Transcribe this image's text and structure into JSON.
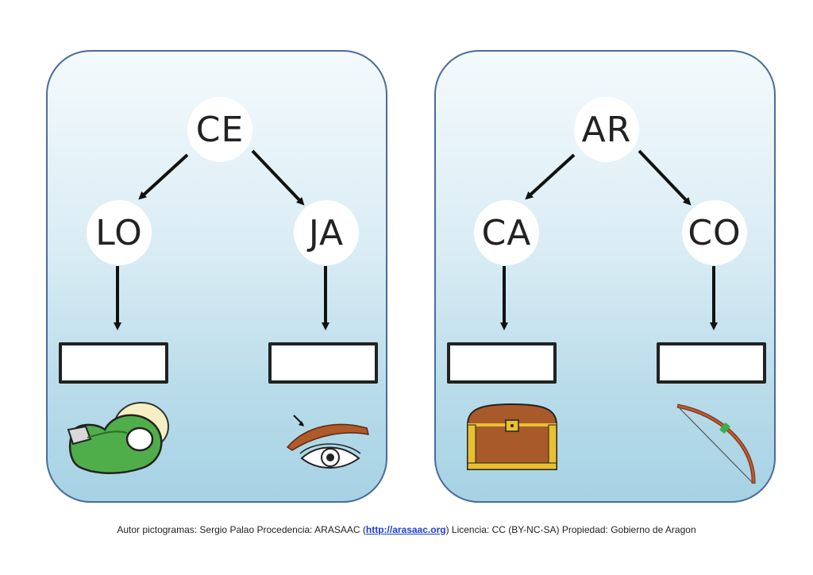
{
  "cards": [
    {
      "top": "CE",
      "left": "LO",
      "right": "JA",
      "left_picture": "tape-dispenser-icon",
      "right_picture": "eyebrow-icon"
    },
    {
      "top": "AR",
      "left": "CA",
      "right": "CO",
      "left_picture": "treasure-chest-icon",
      "right_picture": "bow-icon"
    }
  ],
  "footer": {
    "before_link": "Autor pictogramas: Sergio Palao Procedencia: ARASAAC (",
    "link": "http://arasaac.org",
    "after_link": ") Licencia: CC (BY-NC-SA) Propiedad: Gobierno de Aragon"
  },
  "colors": {
    "card_border": "#4a6c9b",
    "link": "#1a3fd6"
  }
}
